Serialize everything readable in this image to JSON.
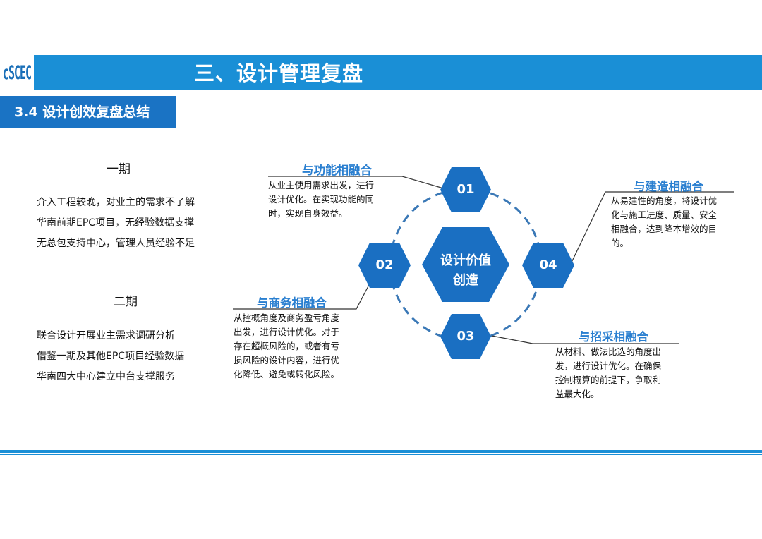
{
  "header": {
    "logo": "cSCEC",
    "title": "三、设计管理复盘",
    "section": "3.4 设计创效复盘总结"
  },
  "phase1": {
    "title": "一期",
    "lines": [
      "介入工程较晚，对业主的需求不了解",
      "华南前期EPC项目，无经验数据支撑",
      "无总包支持中心，管理人员经验不足"
    ]
  },
  "phase2": {
    "title": "二期",
    "lines": [
      "联合设计开展业主需求调研分析",
      "借鉴一期及其他EPC项目经验数据",
      "华南四大中心建立中台支撑服务"
    ]
  },
  "diagram": {
    "center": {
      "line1": "设计价值",
      "line2": "创造"
    },
    "nodes": [
      {
        "number": "01",
        "heading": "与功能相融合",
        "desc": [
          "从业主使用需求出发，进行",
          "设计优化。在实现功能的同",
          "时，实现自身效益。"
        ]
      },
      {
        "number": "02",
        "heading": "与商务相融合",
        "desc": [
          "从控概角度及商务盈亏角度",
          "出发，进行设计优化。对于",
          "存在超概风险的，或者有亏",
          "损风险的设计内容，进行优",
          "化降低、避免或转化风险。"
        ]
      },
      {
        "number": "03",
        "heading": "与招采相融合",
        "desc": [
          "从材料、做法比选的角度出",
          "发，进行设计优化。在确保",
          "控制概算的前提下，争取利",
          "益最大化。"
        ]
      },
      {
        "number": "04",
        "heading": "与建造相融合",
        "desc": [
          "从易建性的角度，将设计优",
          "化与施工进度、质量、安全",
          "相融合，达到降本增效的目",
          "的。"
        ]
      }
    ]
  },
  "colors": {
    "header_blue": "#1a8fd6",
    "hex_blue": "#1a6fc2",
    "heading_blue": "#2a7fd0"
  }
}
